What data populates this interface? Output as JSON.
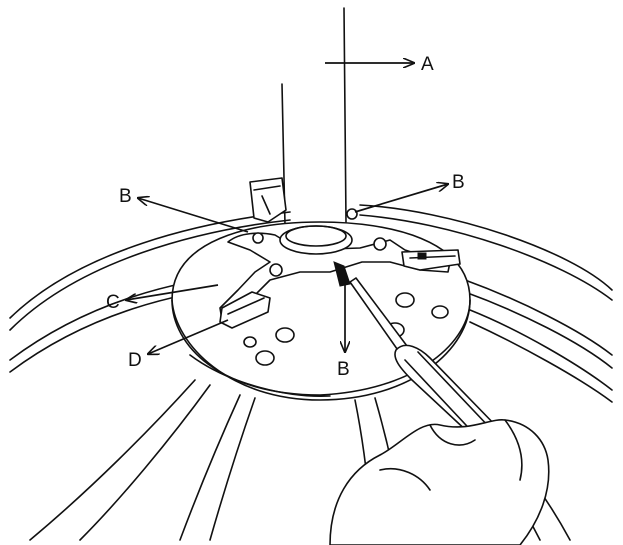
{
  "labels": {
    "a": "A",
    "b_left": "B",
    "b_right": "B",
    "b_bottom": "B",
    "c": "C",
    "d": "D"
  }
}
